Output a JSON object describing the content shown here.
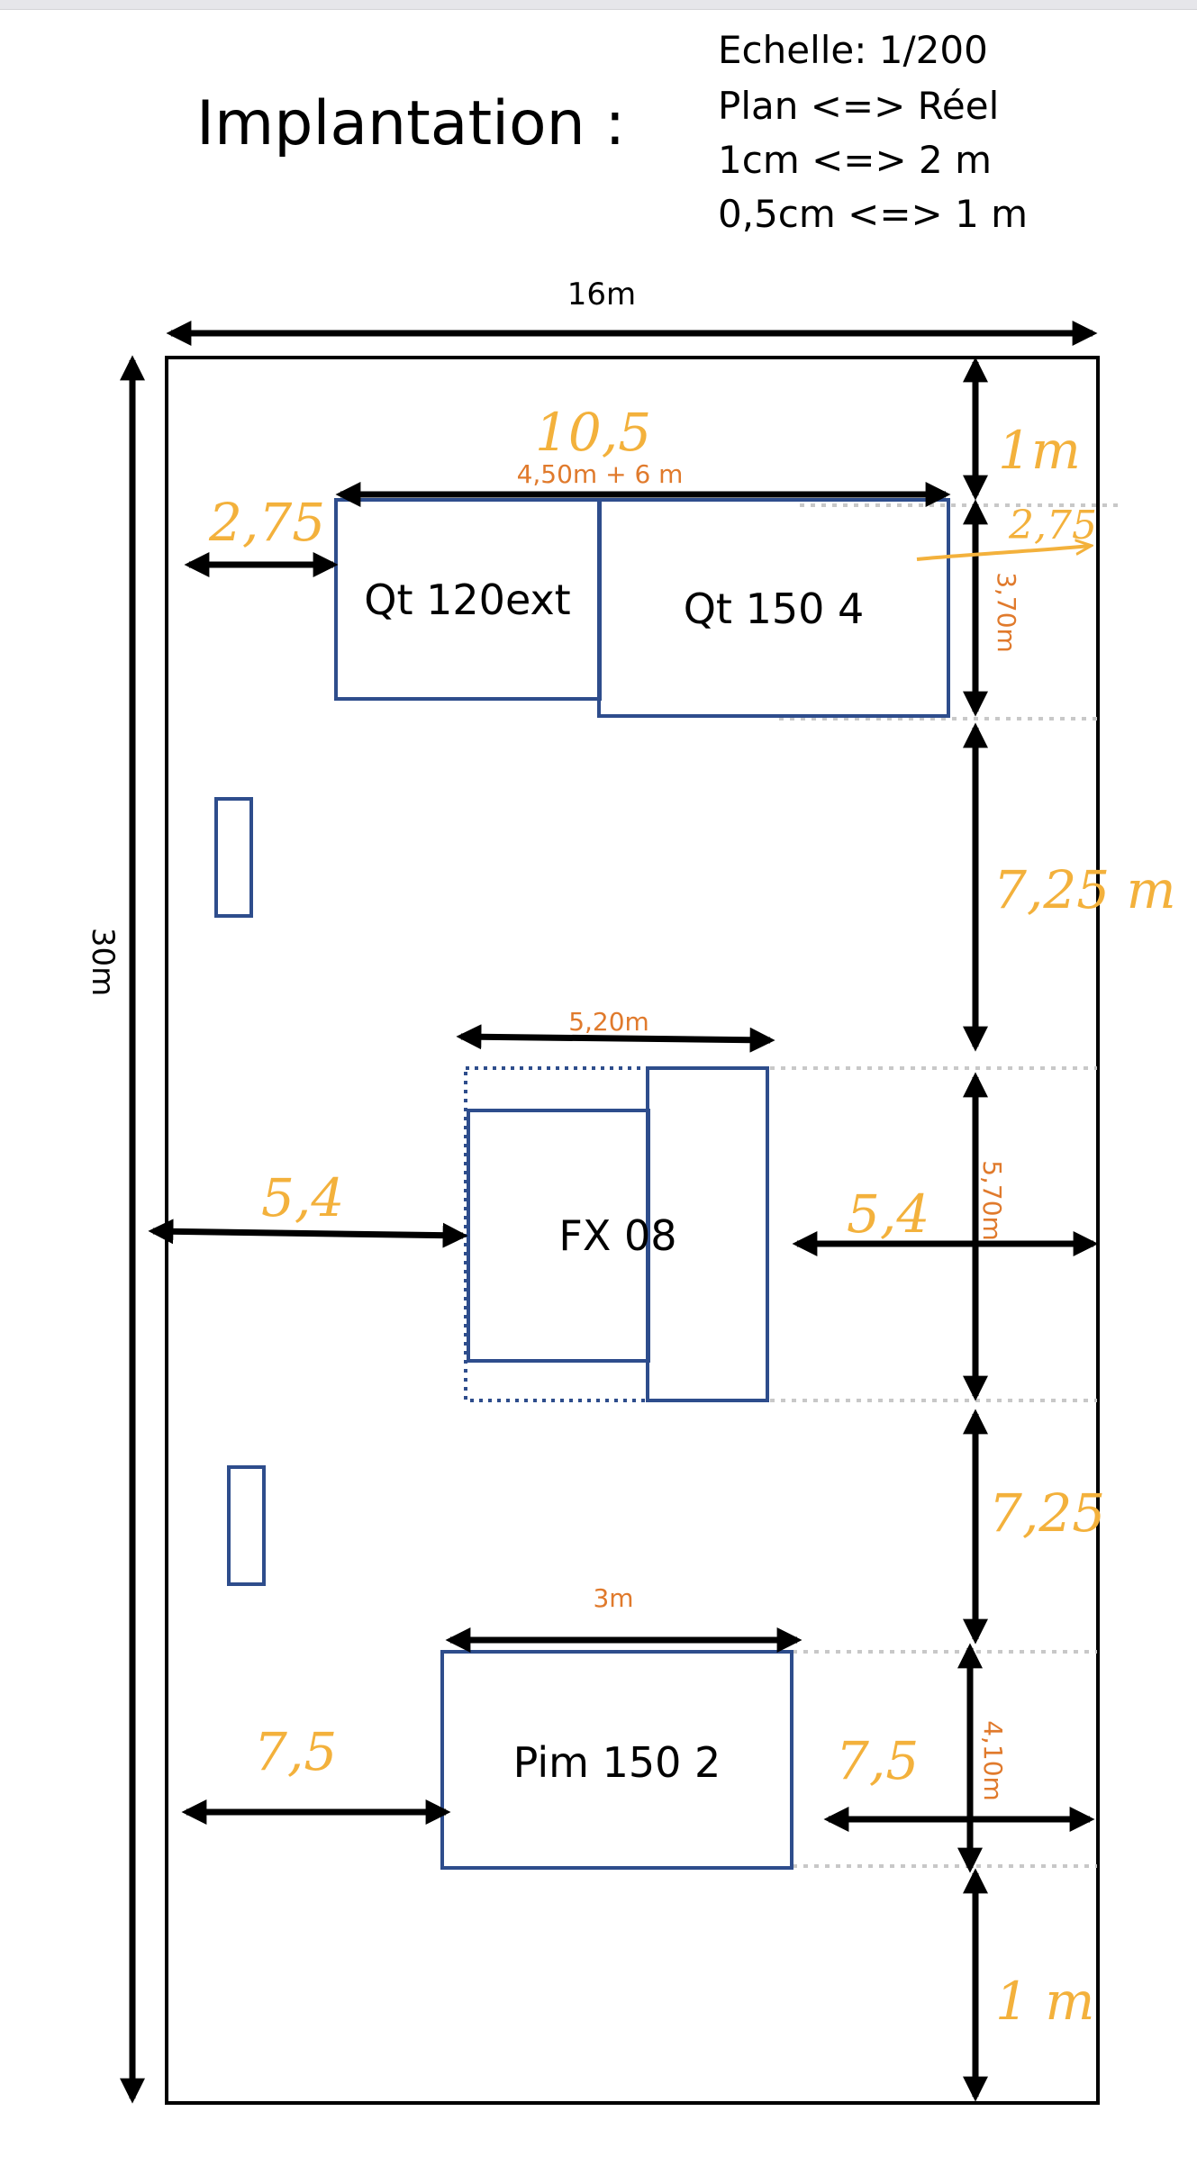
{
  "title": "Implantation :",
  "scale": {
    "line1": "Echelle: 1/200",
    "line2": "Plan <=> Réel",
    "line3": "1cm <=> 2 m",
    "line4": "0,5cm <=> 1 m"
  },
  "hall": {
    "width_label": "16m",
    "length_label": "30m"
  },
  "machines": {
    "qt120": "Qt 120ext",
    "qt150": "Qt 150 4",
    "fx08": "FX 08",
    "pim150": "Pim 150 2"
  },
  "typed_dims": {
    "top_row_width": "4,50m + 6 m",
    "top_row_height": "3,70m",
    "fx_width": "5,20m",
    "fx_height": "5,70m",
    "pim_width": "3m",
    "pim_height": "4,10m"
  },
  "handwritten": {
    "top_row_total": "10,5",
    "top_margin": "1m",
    "top_left_margin": "2,75",
    "top_right_margin": "2,75",
    "gap_1": "7,25 m",
    "fx_left": "5,4",
    "fx_right": "5,4",
    "gap_2": "7,25",
    "pim_left": "7,5",
    "pim_right": "7,5",
    "bottom_margin": "1 m"
  },
  "colors": {
    "outline": "#000000",
    "machine": "#2e4d8c",
    "typed_dim": "#e07a2c",
    "handwriting": "#f3b13c",
    "guide": "#c8c8c8"
  }
}
